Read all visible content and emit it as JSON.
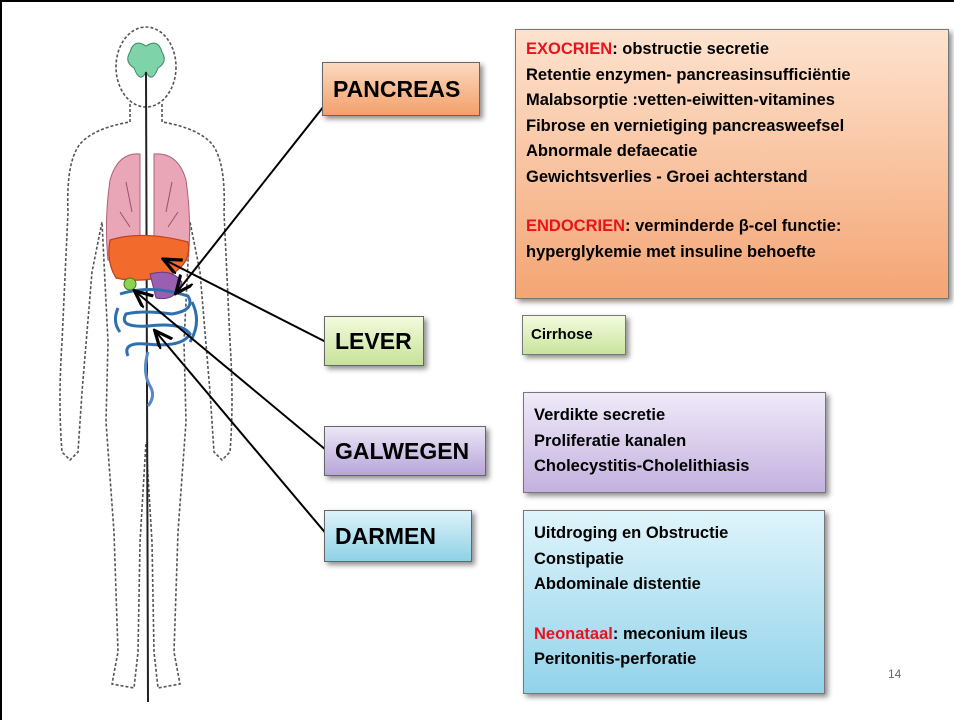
{
  "labels": {
    "pancreas": "PANCREAS",
    "lever": "LEVER",
    "galwegen": "GALWEGEN",
    "darmen": "DARMEN"
  },
  "pancreas_box": {
    "exo_term": "EXOCRIEN",
    "exo_rest": ": obstructie secretie",
    "lines": [
      "Retentie enzymen- pancreasinsufficiëntie",
      "Malabsorptie :vetten-eiwitten-vitamines",
      "Fibrose en vernietiging pancreasweefsel",
      "Abnormale defaecatie",
      "Gewichtsverlies - Groei achterstand"
    ],
    "endo_term": "ENDOCRIEN",
    "endo_rest": ": verminderde β-cel functie:",
    "endo_line2": "hyperglykemie met insuline behoefte"
  },
  "lever_box": {
    "text": "Cirrhose"
  },
  "galwegen_box": {
    "lines": [
      "Verdikte secretie",
      "Proliferatie kanalen",
      "Cholecystitis-Cholelithiasis"
    ]
  },
  "darmen_box": {
    "lines": [
      "Uitdroging en Obstructie",
      "Constipatie",
      "Abdominale distentie"
    ],
    "neo_term": "Neonataal",
    "neo_rest": ": meconium ileus",
    "last_line": "Peritonitis-perforatie"
  },
  "page_number": "14",
  "colors": {
    "highlight_red": "#e8141b",
    "pancreas": "#f4a574",
    "lever": "#c8e49c",
    "galwegen": "#c3b1df",
    "darmen": "#92d3ea"
  }
}
